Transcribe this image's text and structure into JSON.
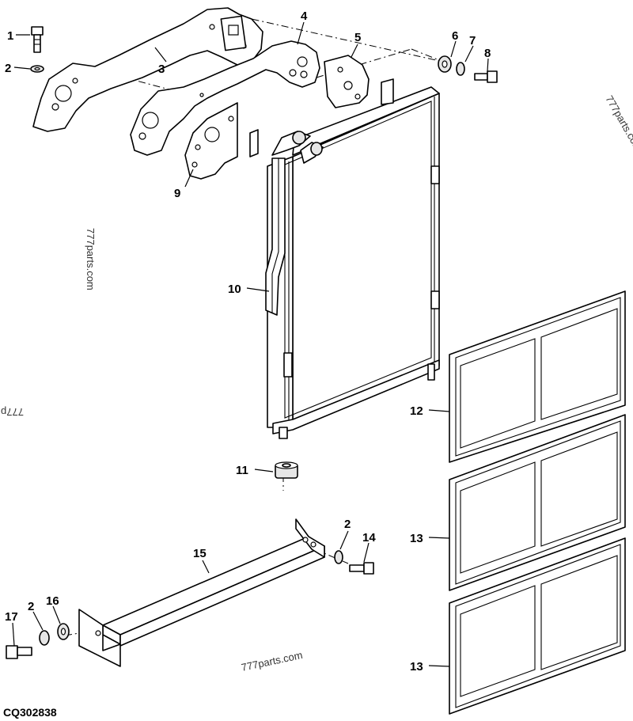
{
  "diagram": {
    "figure_code": "CQ302838",
    "watermark": "777parts.com",
    "watermark_partial": "777p",
    "callouts": [
      {
        "id": "c1",
        "label": "1"
      },
      {
        "id": "c2a",
        "label": "2"
      },
      {
        "id": "c3",
        "label": "3"
      },
      {
        "id": "c4",
        "label": "4"
      },
      {
        "id": "c5",
        "label": "5"
      },
      {
        "id": "c6",
        "label": "6"
      },
      {
        "id": "c7",
        "label": "7"
      },
      {
        "id": "c8",
        "label": "8"
      },
      {
        "id": "c9",
        "label": "9"
      },
      {
        "id": "c10",
        "label": "10"
      },
      {
        "id": "c11",
        "label": "11"
      },
      {
        "id": "c12",
        "label": "12"
      },
      {
        "id": "c13a",
        "label": "13"
      },
      {
        "id": "c13b",
        "label": "13"
      },
      {
        "id": "c14",
        "label": "14"
      },
      {
        "id": "c2b",
        "label": "2"
      },
      {
        "id": "c15",
        "label": "15"
      },
      {
        "id": "c2c",
        "label": "2"
      },
      {
        "id": "c16",
        "label": "16"
      },
      {
        "id": "c17",
        "label": "17"
      }
    ]
  }
}
